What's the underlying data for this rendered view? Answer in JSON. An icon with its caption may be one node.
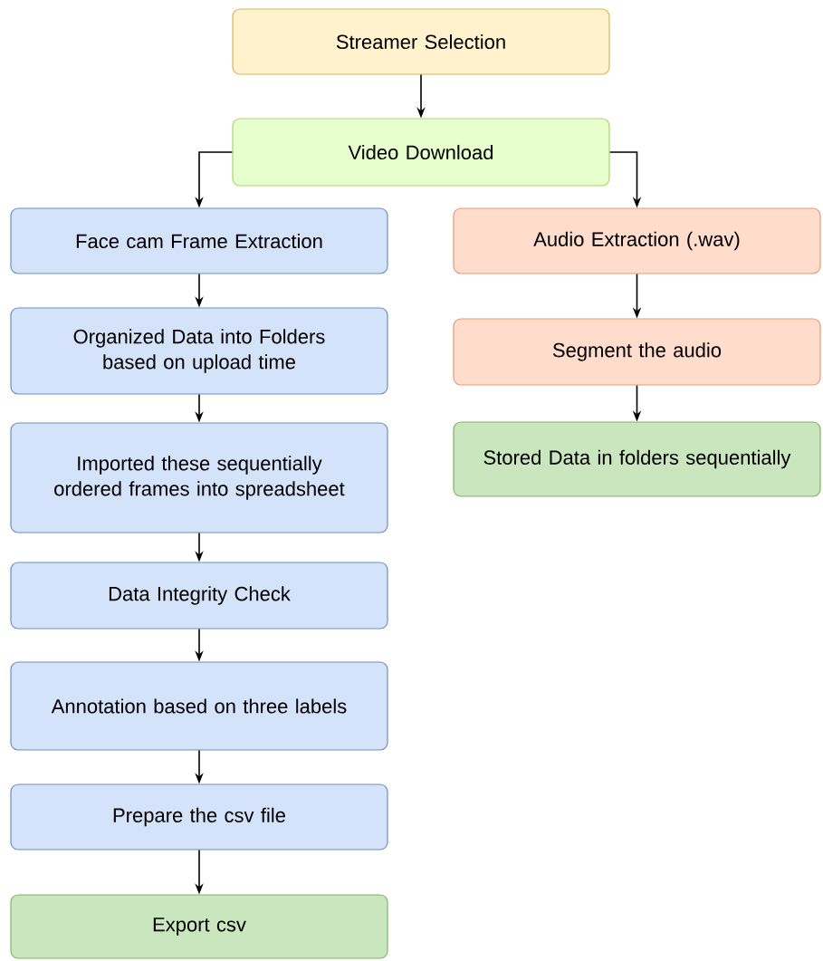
{
  "diagram": {
    "nodes": [
      {
        "text": [
          "Streamer Selection"
        ]
      },
      {
        "text": [
          "Video Download"
        ]
      },
      {
        "text": [
          "Face cam Frame Extraction"
        ]
      },
      {
        "text": [
          "Organized Data into Folders based on upload time"
        ]
      },
      {
        "text": [
          "Imported these sequentially ordered frames into spreadsheet"
        ]
      },
      {
        "text": [
          "Data Integrity Check"
        ]
      },
      {
        "text": [
          "Annotation based on three labels"
        ]
      },
      {
        "text": [
          "Prepare the csv file"
        ]
      },
      {
        "text": [
          "Export csv"
        ]
      },
      {
        "text": [
          "Audio Extraction (.wav)"
        ]
      },
      {
        "text": [
          "Segment the audio"
        ]
      },
      {
        "text": [
          "Stored Data in folders sequentially"
        ]
      }
    ],
    "edges": [
      {
        "from": 0,
        "to": 1,
        "arrow": "to"
      },
      {
        "from": 1,
        "to": 2,
        "arrow": "to"
      },
      {
        "from": 1,
        "to": 9,
        "arrow": "to"
      },
      {
        "from": 2,
        "to": 3,
        "arrow": "to"
      },
      {
        "from": 3,
        "to": 4,
        "arrow": "to"
      },
      {
        "from": 4,
        "to": 5,
        "arrow": "to"
      },
      {
        "from": 5,
        "to": 6,
        "arrow": "to"
      },
      {
        "from": 6,
        "to": 7,
        "arrow": "to"
      },
      {
        "from": 7,
        "to": 8,
        "arrow": "to"
      },
      {
        "from": 9,
        "to": 10,
        "arrow": "to"
      },
      {
        "from": 10,
        "to": 11,
        "arrow": "to"
      }
    ]
  }
}
